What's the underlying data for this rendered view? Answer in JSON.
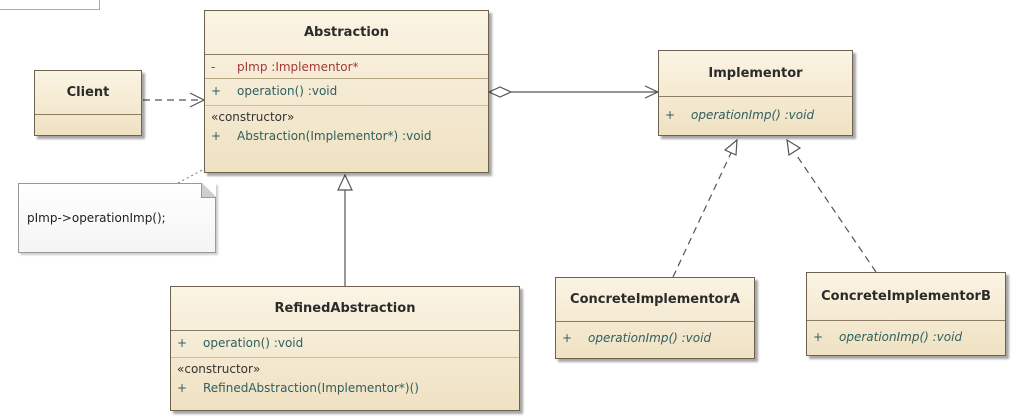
{
  "client": {
    "name": "Client"
  },
  "abstraction": {
    "name": "Abstraction",
    "attributes": [
      {
        "vis": "-",
        "text": "pImp  :Implementor*"
      }
    ],
    "operations": [
      {
        "vis": "+",
        "text": "operation()  :void"
      }
    ],
    "stereotype": "«constructor»",
    "constructors": [
      {
        "vis": "+",
        "text": "Abstraction(Implementor*)  :void"
      }
    ]
  },
  "implementor": {
    "name": "Implementor",
    "operations": [
      {
        "vis": "+",
        "text": "operationImp()  :void"
      }
    ]
  },
  "refined": {
    "name": "RefinedAbstraction",
    "operations": [
      {
        "vis": "+",
        "text": "operation()  :void"
      }
    ],
    "stereotype": "«constructor»",
    "constructors": [
      {
        "vis": "+",
        "text": "RefinedAbstraction(Implementor*)()"
      }
    ]
  },
  "concreteA": {
    "name": "ConcreteImplementorA",
    "operations": [
      {
        "vis": "+",
        "text": "operationImp()  :void"
      }
    ]
  },
  "concreteB": {
    "name": "ConcreteImplementorB",
    "operations": [
      {
        "vis": "+",
        "text": "operationImp()  :void"
      }
    ]
  },
  "note": {
    "text": "pImp->operationImp();"
  },
  "colors": {
    "box_fill_top": "#fbf4e4",
    "box_fill_bottom": "#efe1c2",
    "border": "#6d6250",
    "line": "#555555"
  }
}
